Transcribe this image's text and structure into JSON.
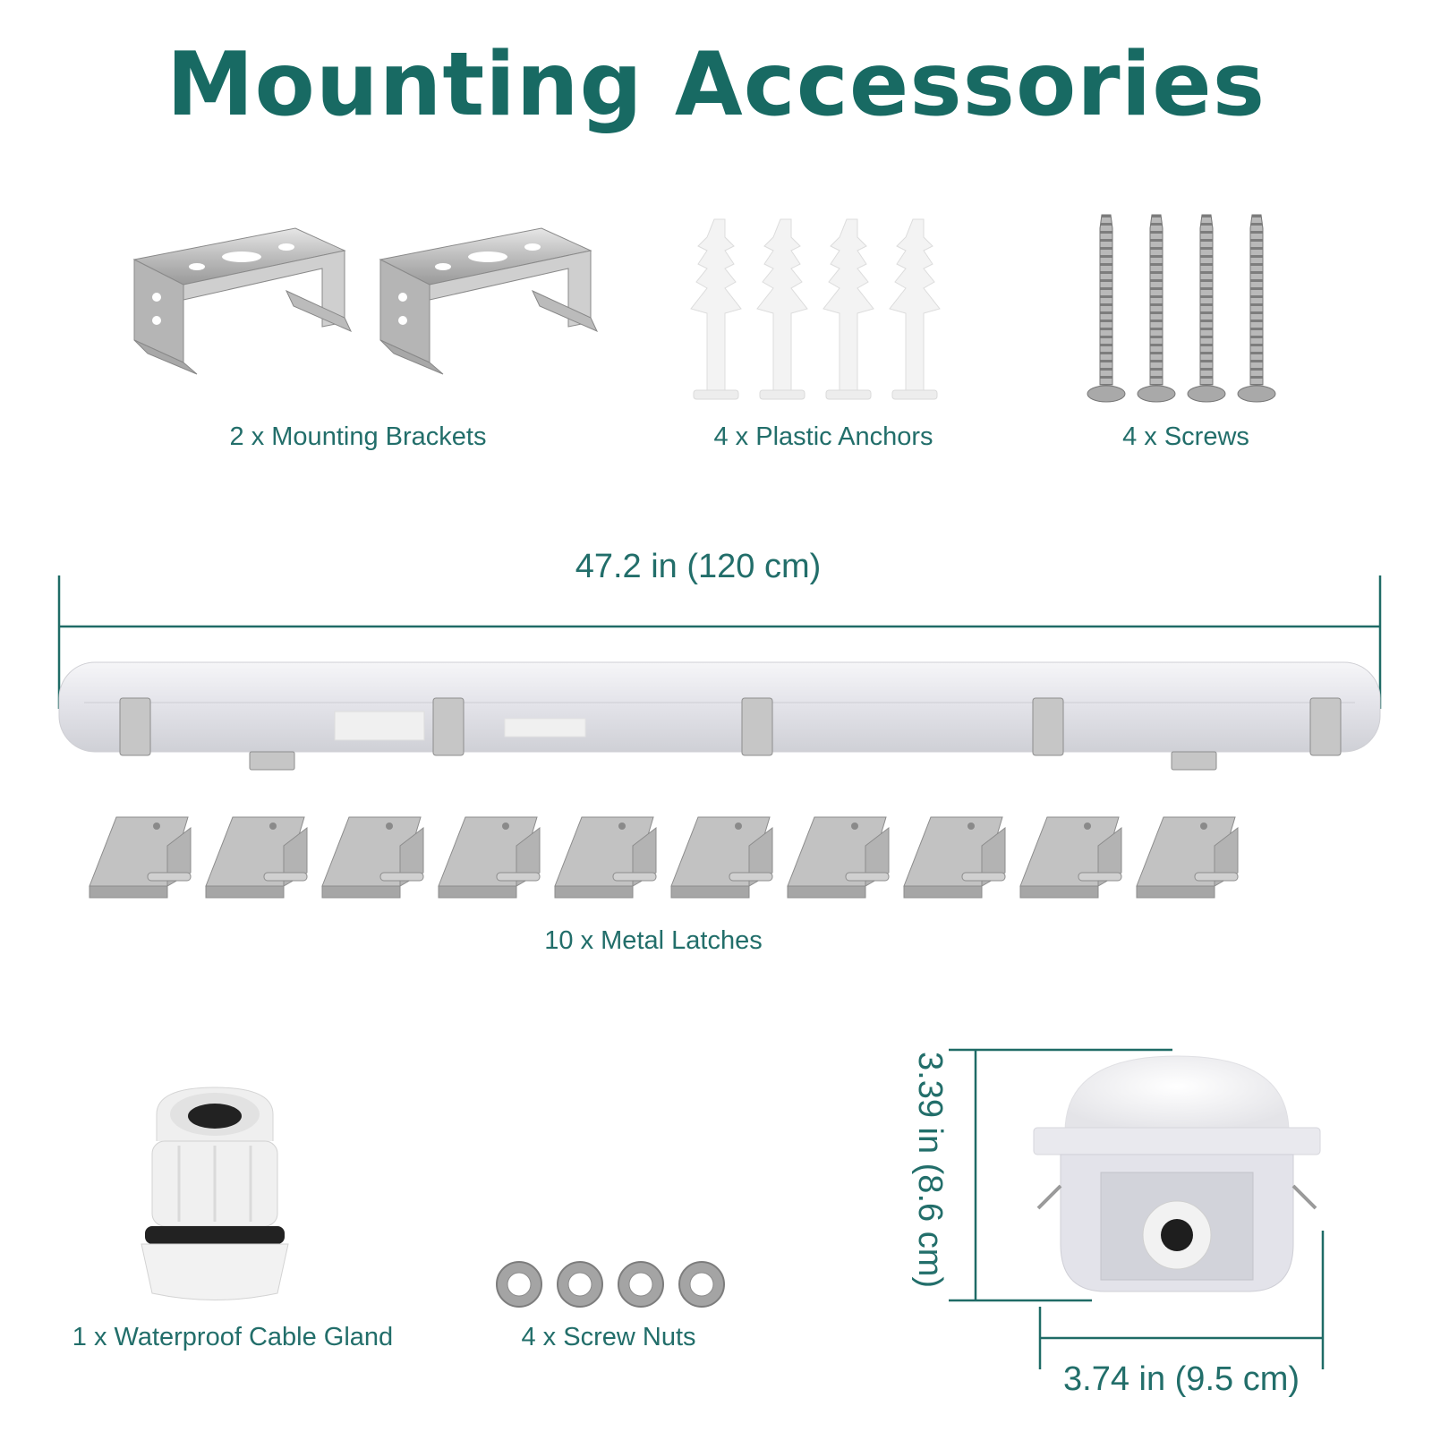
{
  "title": "Mounting Accessories",
  "items": {
    "brackets": {
      "label": "2 x Mounting Brackets",
      "count": 2,
      "icon": "mounting-bracket-icon"
    },
    "anchors": {
      "label": "4 x Plastic Anchors",
      "count": 4,
      "icon": "plastic-anchor-icon"
    },
    "screws": {
      "label": "4 x Screws",
      "count": 4,
      "icon": "screw-icon"
    },
    "latches": {
      "label": "10 x Metal Latches",
      "count": 10,
      "icon": "metal-latch-icon"
    },
    "cable_gland": {
      "label": "1 x Waterproof Cable Gland",
      "count": 1,
      "icon": "cable-gland-icon"
    },
    "nuts": {
      "label": "4 x Screw Nuts",
      "count": 4,
      "icon": "screw-nut-icon"
    }
  },
  "dimensions": {
    "length": "47.2 in (120 cm)",
    "height": "3.39 in (8.6 cm)",
    "width": "3.74 in (9.5 cm)"
  },
  "colors": {
    "accent": "#186a63",
    "caption": "#226e6a",
    "metal": "#c4c4c4",
    "housing": "#e8e8ee"
  }
}
